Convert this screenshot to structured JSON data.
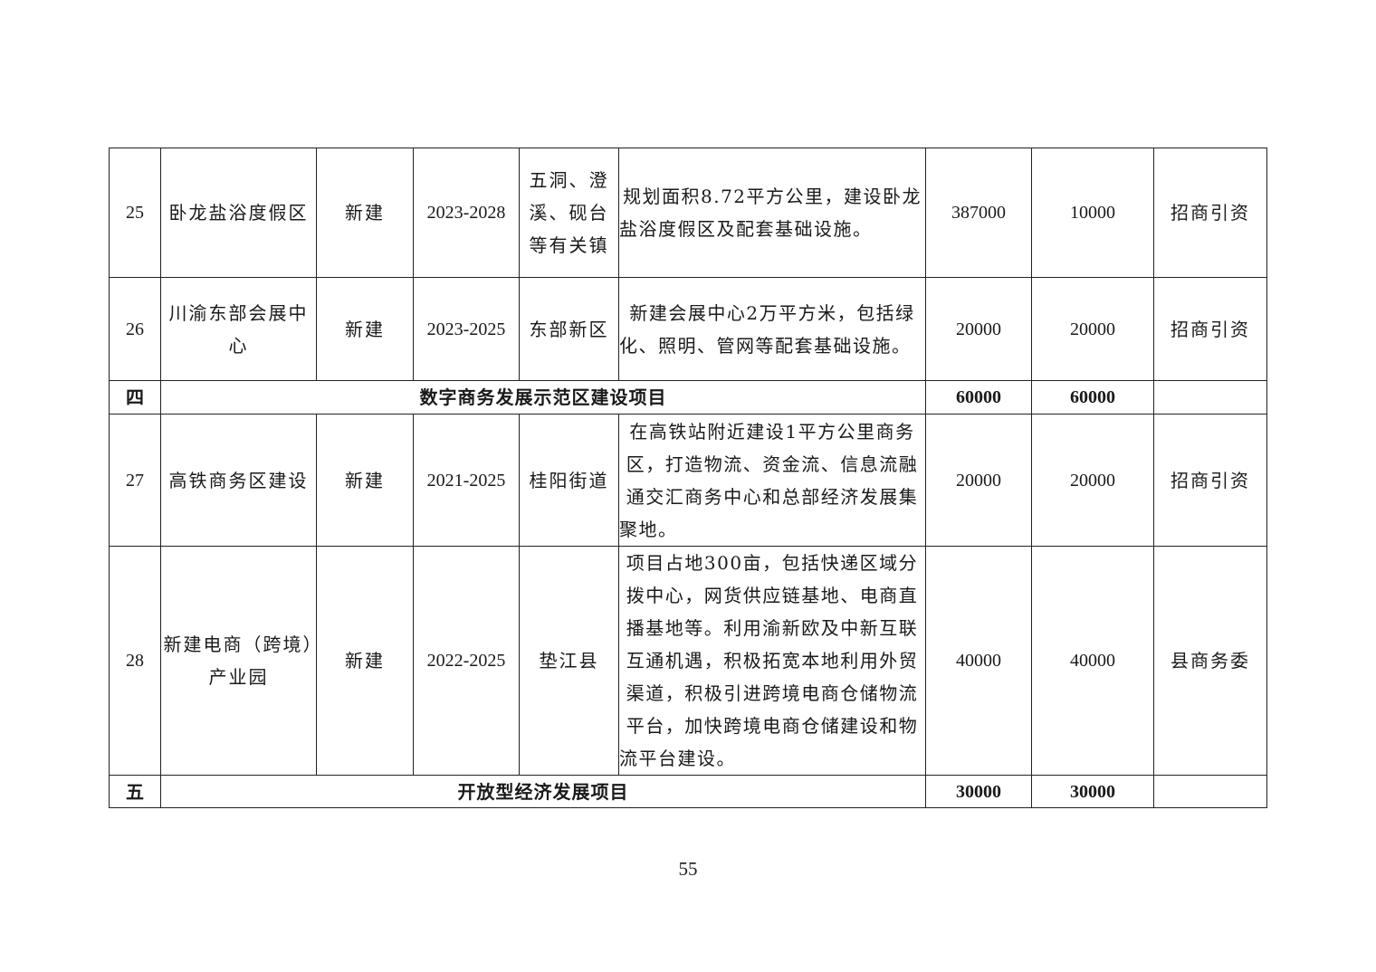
{
  "rows": [
    {
      "no": "25",
      "name": "卧龙盐浴度假区",
      "type": "新建",
      "period": "2023-2028",
      "location": "五洞、澄溪、砚台等有关镇",
      "content": "规划面积8.72平方公里，建设卧龙盐浴度假区及配套基础设施。",
      "total_investment": "387000",
      "planned_investment": "10000",
      "source": "招商引资"
    },
    {
      "no": "26",
      "name": "川渝东部会展中心",
      "type": "新建",
      "period": "2023-2025",
      "location": "东部新区",
      "content": "新建会展中心2万平方米，包括绿化、照明、管网等配套基础设施。",
      "total_investment": "20000",
      "planned_investment": "20000",
      "source": "招商引资"
    },
    {
      "section": true,
      "no": "四",
      "title": "数字商务发展示范区建设项目",
      "total_investment": "60000",
      "planned_investment": "60000",
      "source": ""
    },
    {
      "no": "27",
      "name": "高铁商务区建设",
      "type": "新建",
      "period": "2021-2025",
      "location": "桂阳街道",
      "content": "在高铁站附近建设1平方公里商务区，打造物流、资金流、信息流融通交汇商务中心和总部经济发展集聚地。",
      "total_investment": "20000",
      "planned_investment": "20000",
      "source": "招商引资"
    },
    {
      "no": "28",
      "name": "新建电商（跨境）产业园",
      "type": "新建",
      "period": "2022-2025",
      "location": "垫江县",
      "content": "项目占地300亩，包括快递区域分拨中心，网货供应链基地、电商直播基地等。利用渝新欧及中新互联互通机遇，积极拓宽本地利用外贸渠道，积极引进跨境电商仓储物流平台，加快跨境电商仓储建设和物流平台建设。",
      "total_investment": "40000",
      "planned_investment": "40000",
      "source": "县商务委"
    },
    {
      "section": true,
      "no": "五",
      "title": "开放型经济发展项目",
      "total_investment": "30000",
      "planned_investment": "30000",
      "source": ""
    }
  ],
  "page_number": "55"
}
